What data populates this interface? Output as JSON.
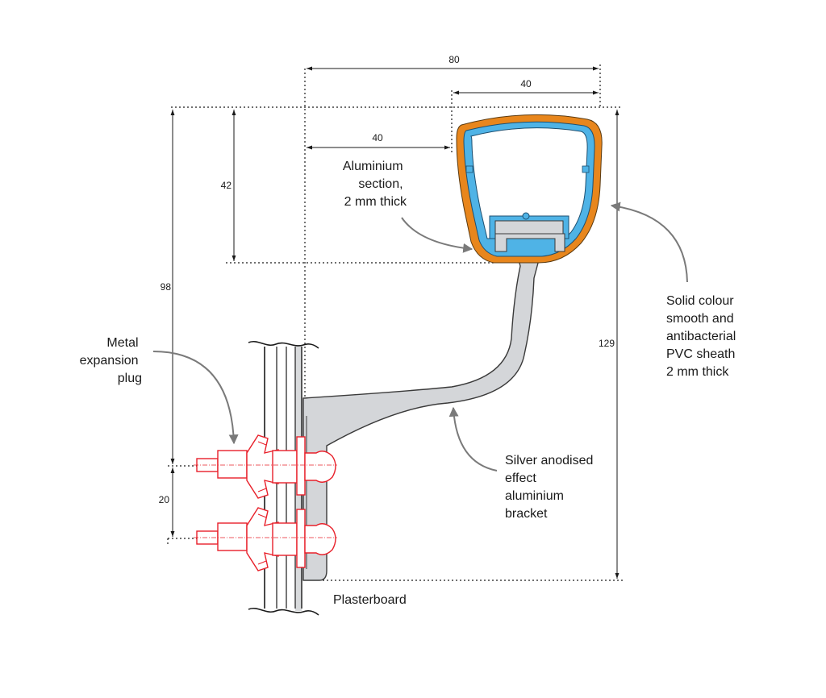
{
  "dimensions": {
    "overall_width": "80",
    "handrail_width": "40",
    "projection": "40",
    "handrail_height": "42",
    "bracket_height": "98",
    "total_height": "129",
    "plug_spacing": "20"
  },
  "labels": {
    "aluminium_section": [
      "Aluminium",
      "section,",
      "2 mm thick"
    ],
    "pvc_sheath": [
      "Solid colour",
      "smooth and",
      "antibacterial",
      "PVC sheath",
      "2 mm thick"
    ],
    "expansion_plug": [
      "Metal",
      "expansion",
      "plug"
    ],
    "bracket": [
      "Silver anodised",
      "effect",
      "aluminium",
      "bracket"
    ],
    "plasterboard": "Plasterboard"
  },
  "colors": {
    "sheath": "#e8861c",
    "aluminium": "#4fb3e6",
    "bracket": "#d4d6d9",
    "fixings": "#e8202a",
    "callout_arrow": "#7a7a7a"
  }
}
